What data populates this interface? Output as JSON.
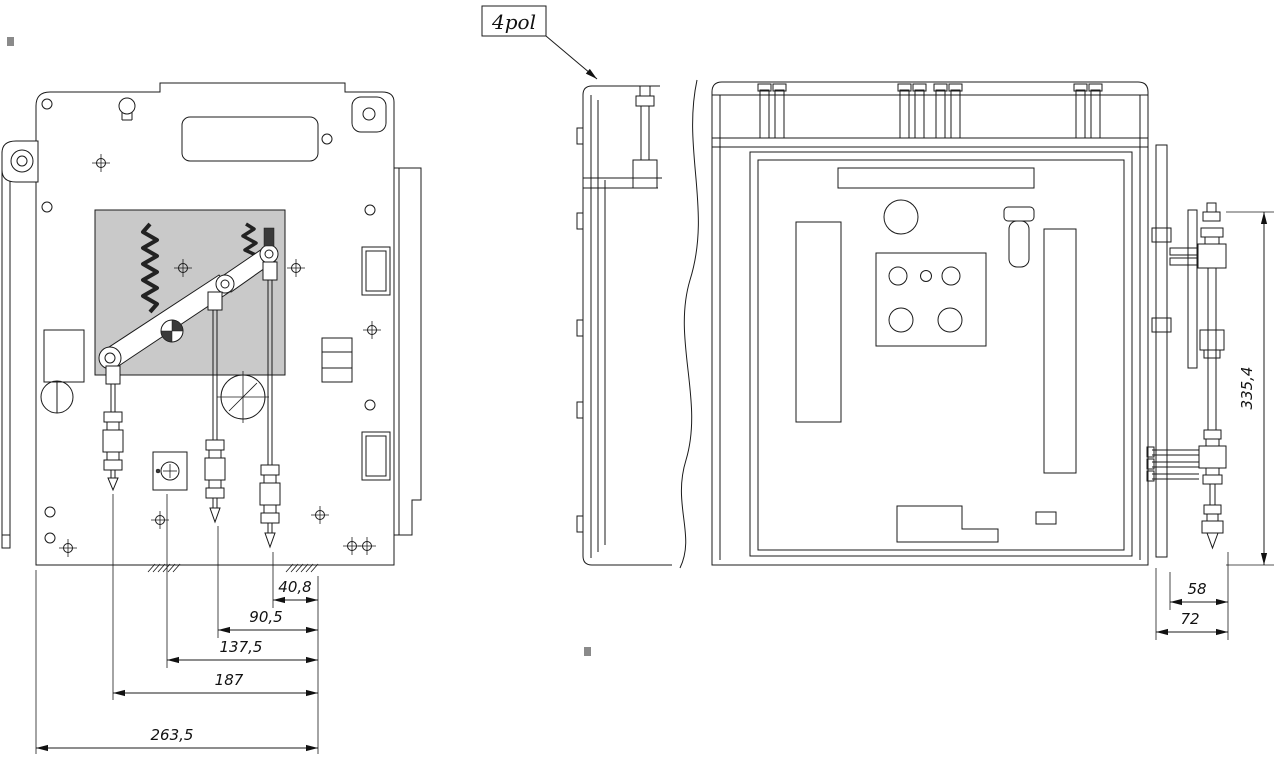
{
  "annotation": {
    "pole_label": "4pol"
  },
  "front_view": {
    "name": "front view of breaker mechanism plate",
    "dims": {
      "d_40_8": "40,8",
      "d_90_5": "90,5",
      "d_137_5": "137,5",
      "d_187": "187",
      "d_263_5": "263,5"
    }
  },
  "side_view": {
    "name": "side view of 4-pole breaker",
    "dims": {
      "d_58": "58",
      "d_72": "72",
      "d_335_4": "335,4"
    }
  }
}
